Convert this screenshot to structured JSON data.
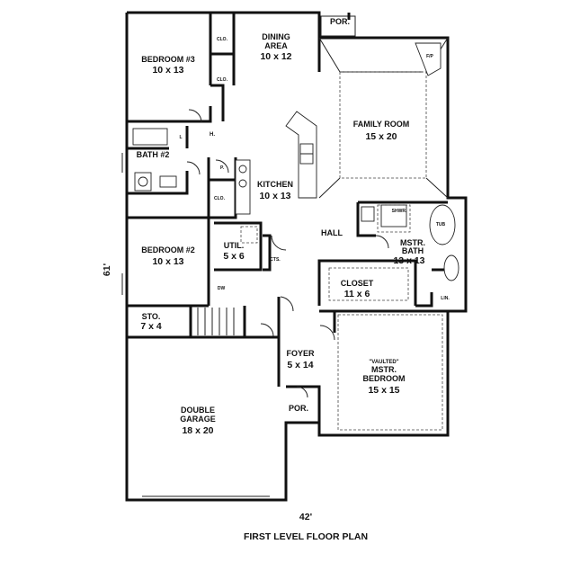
{
  "rooms": {
    "bedroom3": {
      "name": "BEDROOM #3",
      "size": "10 x 13"
    },
    "dining": {
      "name1": "DINING",
      "name2": "AREA",
      "size": "10 x 12"
    },
    "family": {
      "name": "FAMILY ROOM",
      "size": "15 x 20"
    },
    "kitchen": {
      "name": "KITCHEN",
      "size": "10 x 13"
    },
    "bath2": {
      "name": "BATH #2"
    },
    "bedroom2": {
      "name": "BEDROOM #2",
      "size": "10 x 13"
    },
    "util": {
      "name": "UTIL.",
      "size": "5 x 6"
    },
    "hall": {
      "name": "HALL"
    },
    "mstr_bath": {
      "name1": "MSTR.",
      "name2": "BATH",
      "size": "13 x 13"
    },
    "closet": {
      "name": "CLOSET",
      "size": "11 x 6"
    },
    "sto": {
      "name": "STO.",
      "size": "7 x 4"
    },
    "foyer": {
      "name": "FOYER",
      "size": "5 x 14"
    },
    "mstr_bedroom": {
      "name0": "\"VAULTED\"",
      "name1": "MSTR.",
      "name2": "BEDROOM",
      "size": "15 x 15"
    },
    "garage": {
      "name1": "DOUBLE",
      "name2": "GARAGE",
      "size": "18 x 20"
    },
    "por_top": {
      "name": "POR."
    },
    "por_bottom": {
      "name": "POR."
    }
  },
  "small_labels": {
    "clo_a": "CLO.",
    "clo_b": "CLO.",
    "clo_c": "CLO.",
    "h": "H.",
    "l": "L",
    "p": "P.",
    "cts": "CTS.",
    "dw": "DW",
    "fp": "F/P",
    "shwr": "SHWR.",
    "tub": "TUB",
    "lin": "LIN."
  },
  "dimensions": {
    "width": "42'",
    "depth": "61'"
  },
  "title": "FIRST LEVEL FLOOR PLAN"
}
